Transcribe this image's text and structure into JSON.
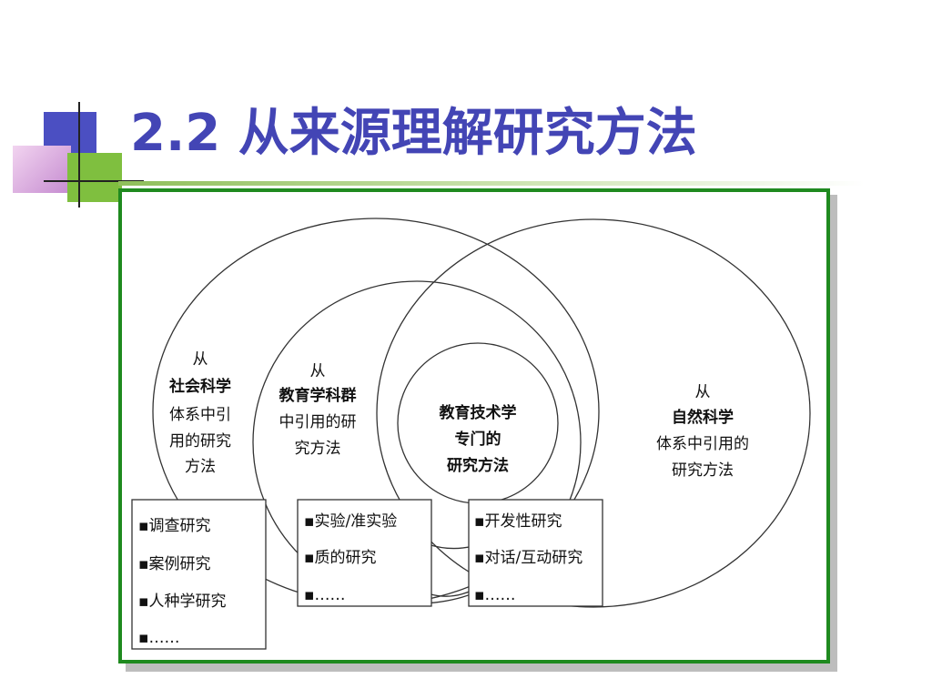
{
  "slide": {
    "title": "2.2 从来源理解研究方法"
  },
  "diagram": {
    "social_science": {
      "prefix": "从",
      "name": "社会科学",
      "line1": "体系中引",
      "line2": "用的研究",
      "line3": "方法"
    },
    "education_group": {
      "prefix": "从",
      "name": "教育学科群",
      "line1": "中引用的研",
      "line2": "究方法"
    },
    "edtech": {
      "line1": "教育技术学",
      "line2": "专门的",
      "line3": "研究方法"
    },
    "natural_science": {
      "prefix": "从",
      "name": "自然科学",
      "line1": "体系中引用的",
      "line2": "研究方法"
    },
    "boxes": {
      "social": [
        "▪调查研究",
        "▪案例研究",
        "▪人种学研究",
        "▪……"
      ],
      "education": [
        "▪实验/准实验",
        "▪质的研究",
        "▪……"
      ],
      "edtech": [
        "▪开发性研究",
        "▪对话/互动研究",
        "▪……"
      ]
    }
  }
}
